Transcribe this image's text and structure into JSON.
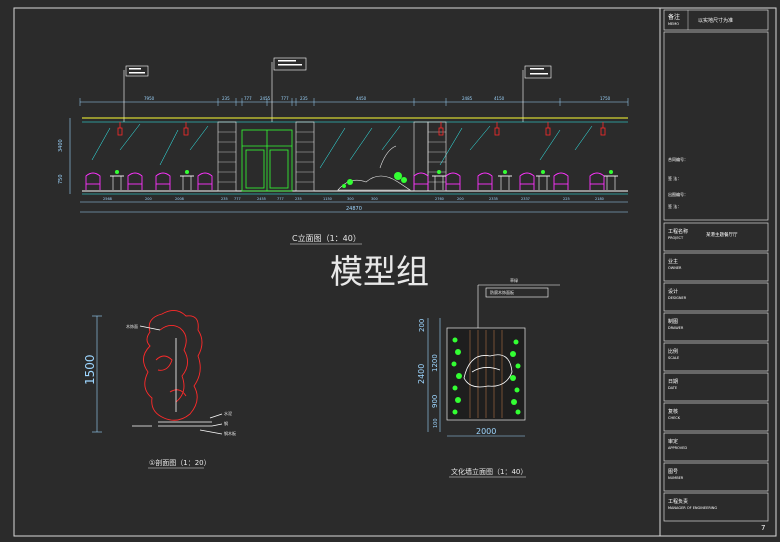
{
  "watermark": "模型组",
  "page_number": "7",
  "colors": {
    "background": "#2b2b2b",
    "border": "#d8d8d8",
    "text": "#e8e8e8",
    "green": "#33ff33",
    "magenta": "#ff33ff",
    "red": "#ff2a2a",
    "cyan": "#33ffff",
    "yellow": "#ffff33",
    "blue": "#4a8cff"
  },
  "elevation_c": {
    "title": "C立面图（1：40）",
    "top_dims": [
      "7950",
      "235",
      "777",
      "2455",
      "777",
      "235",
      "4450",
      "2485",
      "4150",
      "1750"
    ],
    "bottom_dims": [
      "2568",
      "200",
      "2008",
      "235",
      "777",
      "2455",
      "777",
      "235",
      "1150",
      "300",
      "300",
      "2760",
      "200",
      "2335",
      "2337",
      "225",
      "2180"
    ],
    "total_dim": "24870",
    "left_dims": [
      "3400",
      "750"
    ]
  },
  "section_detail": {
    "title": "①剖面图（1：20）",
    "height_dim": "1500",
    "labels": [
      "木饰面",
      "水泥",
      "钢",
      "钢木板"
    ]
  },
  "culture_wall": {
    "title": "文化墙立面图（1：40）",
    "tag_title": "草绿",
    "tag_note": "防腐木饰面板",
    "height_dims": [
      "200",
      "1200",
      "2400",
      "900",
      "100"
    ],
    "width_dim": "2000"
  },
  "title_block": {
    "memo_label": "备注",
    "memo_en": "MEMO",
    "memo_value": "以实地尺寸为准",
    "sign_rows": [
      "合同编号：",
      "签  法：",
      "出图编号：",
      "签  法："
    ],
    "rows": [
      {
        "cn": "工程名称",
        "en": "PROJECT",
        "value": "某港主题餐厅厅"
      },
      {
        "cn": "业主",
        "en": "OWNER",
        "value": ""
      },
      {
        "cn": "设计",
        "en": "DESIGNER",
        "value": ""
      },
      {
        "cn": "制图",
        "en": "DRAWER",
        "value": ""
      },
      {
        "cn": "比例",
        "en": "SCALE",
        "value": ""
      },
      {
        "cn": "日期",
        "en": "DATE",
        "value": ""
      },
      {
        "cn": "复核",
        "en": "CHECK",
        "value": ""
      },
      {
        "cn": "审定",
        "en": "APPROVED",
        "value": ""
      },
      {
        "cn": "图号",
        "en": "NUMBER",
        "value": ""
      },
      {
        "cn": "工程负责",
        "en": "MANAGER OF ENGINEERING",
        "value": ""
      }
    ]
  }
}
